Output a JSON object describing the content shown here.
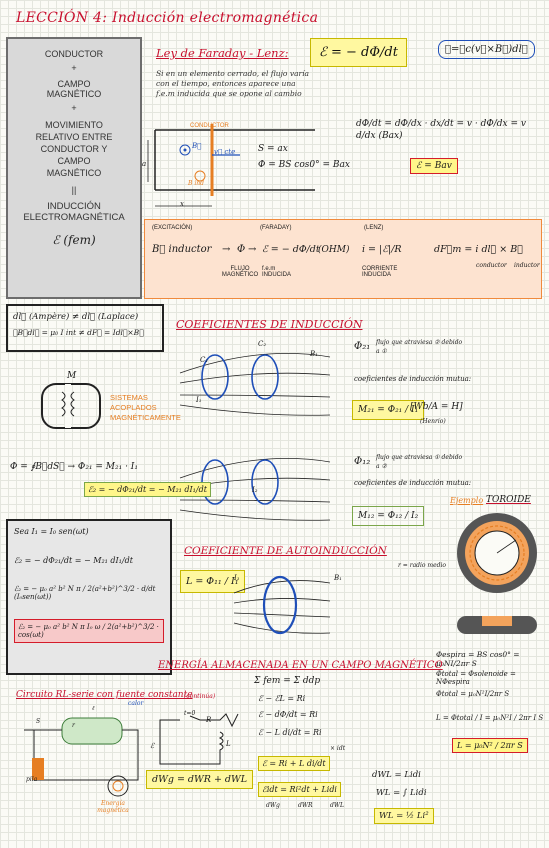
{
  "header": {
    "title": "LECCIÓN 4: Inducción electromagnética"
  },
  "left_panel": {
    "lines": [
      "CONDUCTOR",
      "+",
      "CAMPO MAGNÉTICO",
      "+",
      "MOVIMIENTO RELATIVO ENTRE CONDUCTOR Y CAMPO MAGNÉTICO",
      "||",
      "INDUCCIÓN ELECTROMAGNÉTICA",
      "ℰ (fem)"
    ]
  },
  "faraday": {
    "title": "Ley de Faraday - Lenz:",
    "formula": "ℰ = − dΦ/dt",
    "formula_b": "ℰ=∮c(v⃗×B⃗)dl⃗",
    "text": "Si en un elemento cerrado, el flujo varía con el tiempo, entonces aparece una f.e.m inducida que se opone al cambio",
    "conductor_label": "CONDUCTOR",
    "s_eq": "S = ax",
    "phi_eq": "Φ = BS cos0° = Bax",
    "deriv": "dΦ/dt = dΦ/dx · dx/dt = v · dΦ/dx = v d/dx (Bax)",
    "v_label": "v",
    "result": "ℰ = Bav",
    "labels": {
      "a": "a",
      "x": "x",
      "v": "v⃗ cte",
      "b": "B⃗",
      "ind": "B ind"
    }
  },
  "chain": {
    "tags": [
      "(EXCITACIÓN)",
      "(FARADAY)",
      "(LENZ)"
    ],
    "items": [
      "B⃗ inductor",
      "Φ",
      "ℰ = − dΦ/dt",
      "(OHM)",
      "i = |ℰ|/R",
      "dF⃗m = i dl⃗ × B⃗"
    ],
    "sublabels": [
      "FLUJO MAGNÉTICO",
      "f.e.m INDUCIDA",
      "CORRIENTE INDUCIDA",
      "conductor",
      "inductor"
    ]
  },
  "ampere": {
    "line1": "dl⃗ (Ampère) ≠ dl⃗ (Laplace)",
    "line2": "∮B⃗dl⃗ = μ₀ I int ≠ dF⃗ = Idl⃗×B⃗"
  },
  "coeficientes": {
    "title": "COEFICIENTES DE INDUCCIÓN",
    "phi21": "Φ₂₁",
    "phi21_text": "flujo que atraviesa ② debido a ①",
    "coef_text": "coeficientes de inducción mutua:",
    "m21": "M₂₁ = Φ₂₁ / I₁",
    "units": "[Wb/A = H]",
    "henrio": "(Henrio)",
    "phi12": "Φ₁₂",
    "phi12_text": "flujo que atraviesa ① debido a ②",
    "m12": "M₁₂ = Φ₁₂ / I₂",
    "c1": "C₁",
    "c2": "C₂",
    "b1": "B₁",
    "i1": "I₁",
    "i2": "I₂"
  },
  "coupled": {
    "m": "M",
    "label": "SISTEMAS ACOPLADOS MAGNÉTICAMENTE",
    "eq1": "Φ = ∮B⃗dS⃗ → Φ₂₁ = M₂₁ · I₁",
    "eq2": "ℰ₂ = − dΦ₂₁/dt = − M₂₁ dI₁/dt"
  },
  "sine_example": {
    "given": "Sea I₁ = I₀ sen(ωt)",
    "e1": "ℰ₂ = − dΦ₂₁/dt = − M₂₁ dI₁/dt",
    "e2": "ℰ₂ = − μ₀ a² b² N π / 2(a²+b²)^3/2 · d/dt (I₀sen(ωt))",
    "e3": "ℰ₂ = − μ₀ a² b² N π I₀ ω / 2(a²+b²)^3/2 · cos(ωt)"
  },
  "autoinduccion": {
    "title": "COEFICIENTE DE AUTOINDUCCIÓN",
    "formula": "L = Φ₁₁ / I₁",
    "i1": "I₁",
    "b1": "B₁"
  },
  "toroide": {
    "title": "TOROIDE",
    "ejemplo": "Ejemplo",
    "r_label": "r = radio medio",
    "flux1": "Φespira = BS cos0° = μ₀NI/2πr S",
    "flux2": "Φtotal = Φsolenoide = NΦespira",
    "flux3": "Φtotal = μ₀N²I/2πr S",
    "l1": "L = Φtotal / I = μ₀N²I / 2πr I S",
    "l2": "L = μ₀N² / 2πr S"
  },
  "energia": {
    "title": "ENERGÍA ALMACENADA EN UN CAMPO MAGNÉTICO",
    "e1": "Σ fem = Σ ddp",
    "e2": "ℰ − ℰL = Ri",
    "e3": "ℰ − dΦ/dt = Ri",
    "e4": "ℰ − L di/dt = Ri",
    "e5": "ℰ = Ri + L di/dt",
    "mult": "× idt",
    "e6": "ℰidt = Ri²dt + Lidi",
    "under": [
      "dWg",
      "dWR",
      "dWL"
    ],
    "w1": "dWL = Lidi",
    "w2": "WL = ∫ Lidi",
    "w3": "WL = ½ Li²"
  },
  "rl": {
    "title": "Circuito RL-serie con fuente constante",
    "cont": "(continúa)",
    "labels": {
      "s": "S",
      "l": "ℓ",
      "calor": "calor",
      "pila": "pila",
      "r": "r",
      "r_big": "R",
      "l_big": "L",
      "e": "ℰ",
      "t0": "t=0",
      "energia": "Energía magnética"
    },
    "dwg": "dWg = dWR + dWL"
  },
  "colors": {
    "red": "#c8102e",
    "orange": "#e67e22",
    "yellow": "#fff68a",
    "blue": "#1f4fb8",
    "grid": "#e4e6de"
  }
}
